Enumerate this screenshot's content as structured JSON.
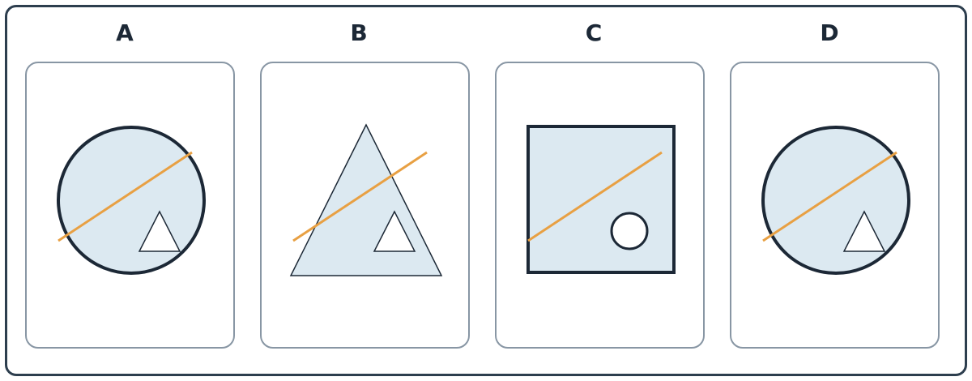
{
  "colors": {
    "frame": "#2d3e4e",
    "card_border": "#8896a4",
    "shape_fill": "#dce9f1",
    "shape_stroke": "#1c2836",
    "line": "#e8a043",
    "label": "#1c2836"
  },
  "options": [
    {
      "label": "A",
      "outer_shape": "circle",
      "inner_shape": "triangle",
      "line": "diagonal"
    },
    {
      "label": "B",
      "outer_shape": "triangle",
      "inner_shape": "triangle",
      "line": "diagonal"
    },
    {
      "label": "C",
      "outer_shape": "square",
      "inner_shape": "circle",
      "line": "diagonal"
    },
    {
      "label": "D",
      "outer_shape": "circle",
      "inner_shape": "triangle",
      "line": "diagonal"
    }
  ]
}
